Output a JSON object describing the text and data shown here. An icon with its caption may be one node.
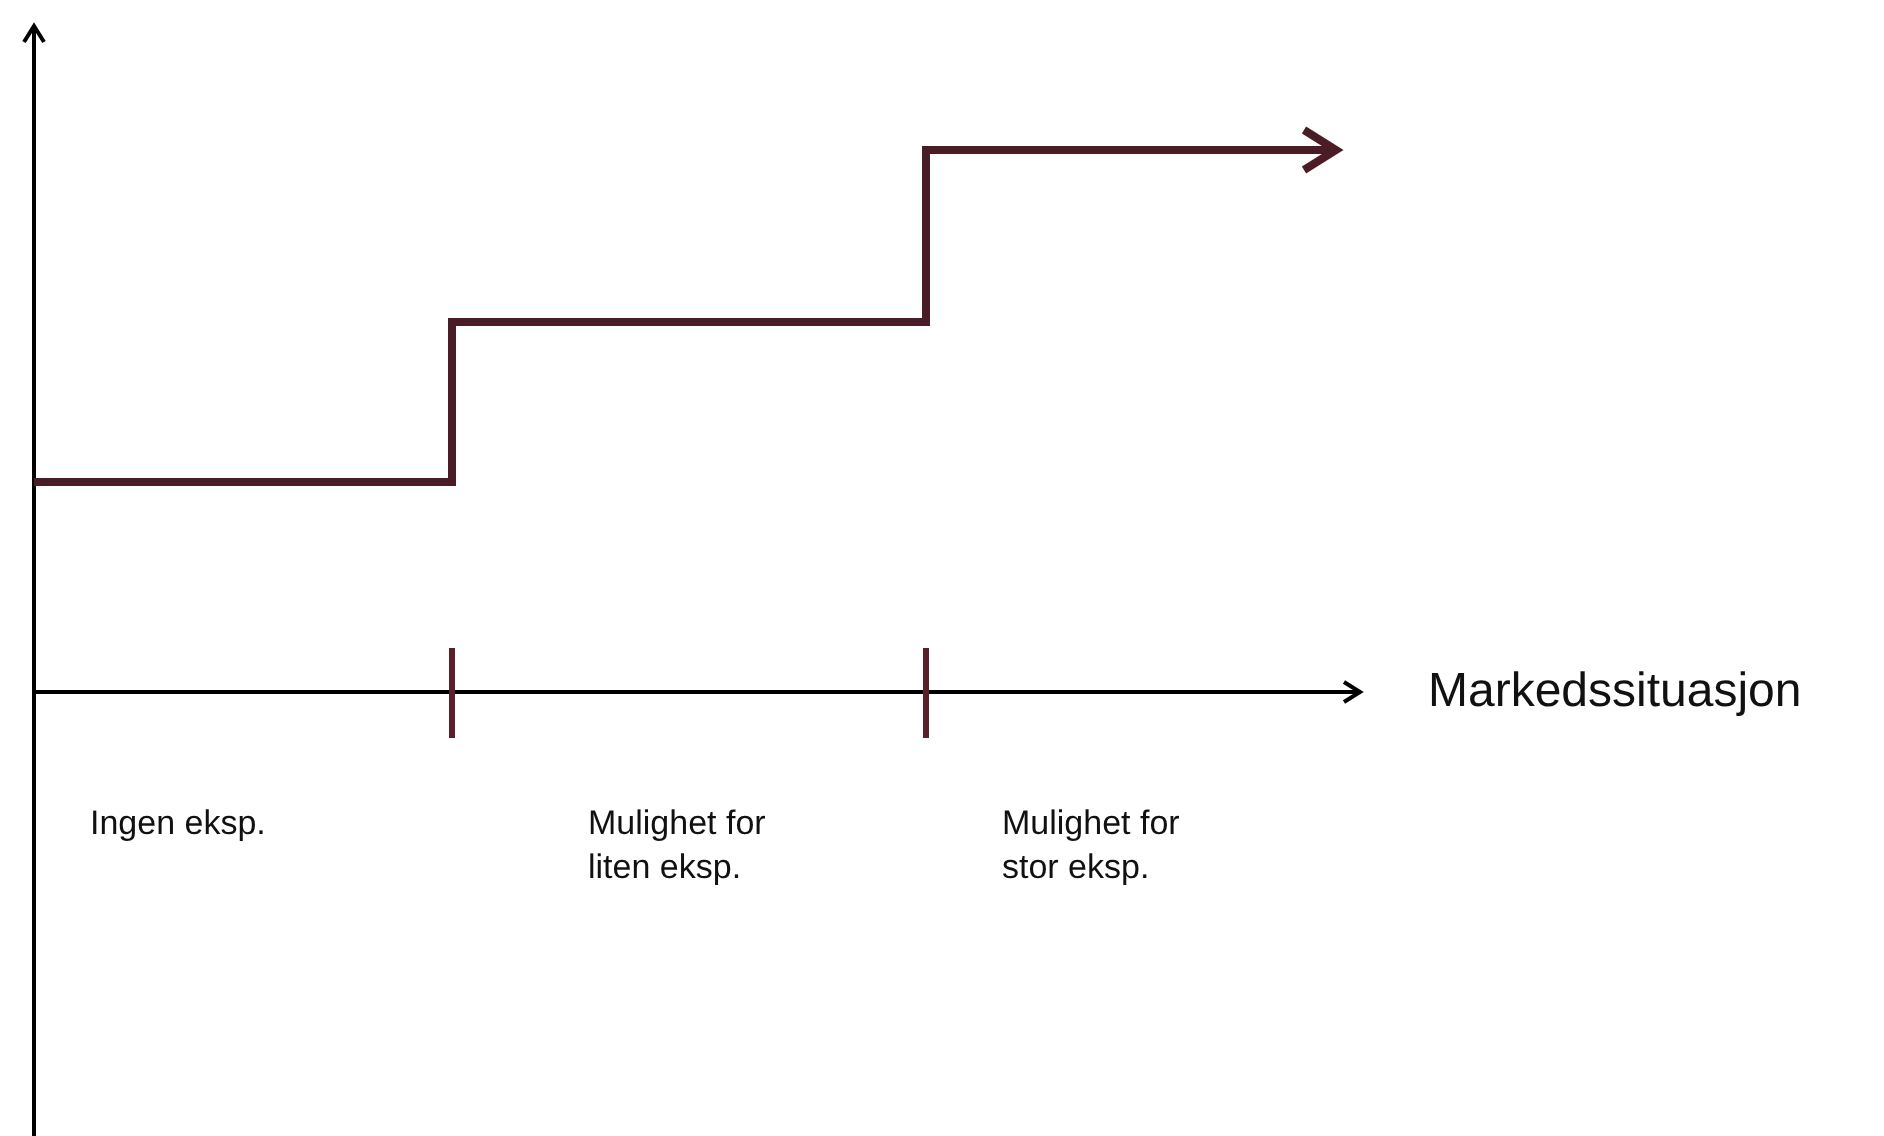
{
  "diagram": {
    "labels": [
      "Markedssituasjon",
      "Ingen eksp.",
      "Mulighet for liten eksp.",
      "Mulighet for stor eksp."
    ]
  }
}
